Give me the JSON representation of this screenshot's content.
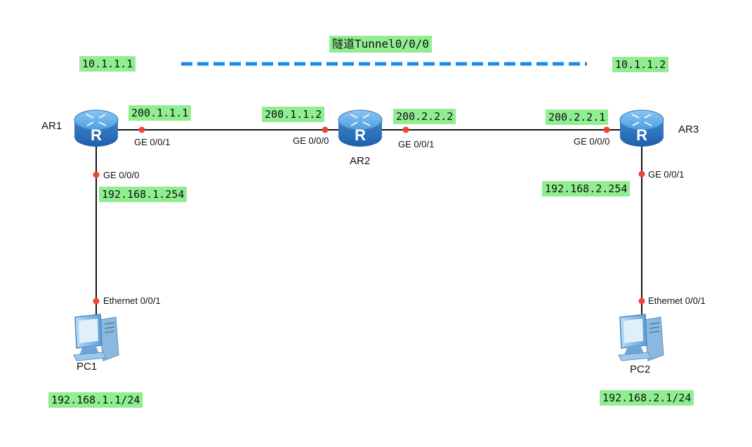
{
  "tunnel": {
    "label": "隧道Tunnel0/0/0",
    "left_ip": "10.1.1.1",
    "right_ip": "10.1.1.2"
  },
  "devices": {
    "ar1": "AR1",
    "ar2": "AR2",
    "ar3": "AR3",
    "pc1": "PC1",
    "pc2": "PC2"
  },
  "ips": {
    "ar1_ge001": "200.1.1.1",
    "ar2_ge000": "200.1.1.2",
    "ar2_ge001": "200.2.2.2",
    "ar3_ge000": "200.2.2.1",
    "ar1_ge000": "192.168.1.254",
    "ar3_ge001": "192.168.2.254",
    "pc1": "192.168.1.1/24",
    "pc2": "192.168.2.1/24"
  },
  "ports": {
    "ar1_right": "GE 0/0/1",
    "ar1_down": "GE 0/0/0",
    "ar2_left": "GE 0/0/0",
    "ar2_right": "GE 0/0/1",
    "ar3_left": "GE 0/0/0",
    "ar3_down": "GE 0/0/1",
    "pc1": "Ethernet 0/0/1",
    "pc2": "Ethernet 0/0/1"
  },
  "colors": {
    "label_bg": "#90ee90",
    "tunnel": "#1e88e5",
    "port_dot": "#f04438",
    "router_body": "#3f8fd6",
    "link": "#111111"
  }
}
